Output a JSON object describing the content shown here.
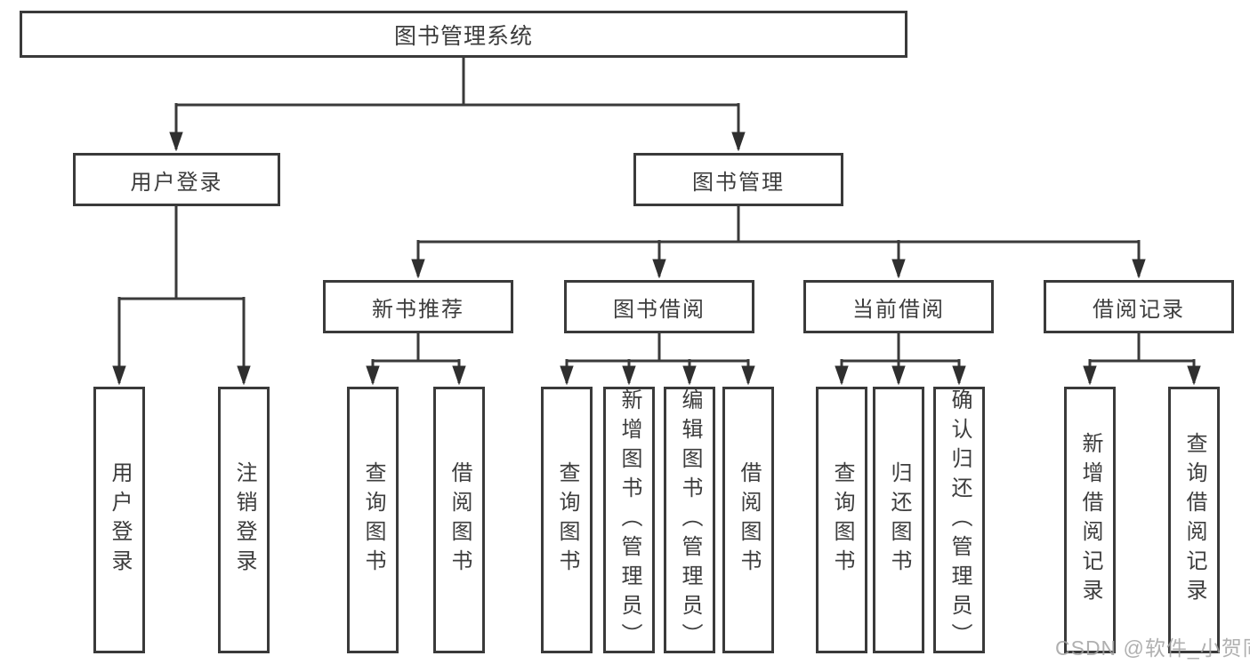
{
  "root": {
    "label": "图书管理系统"
  },
  "branches": [
    {
      "label": "用户登录",
      "children": [
        {
          "label": "用户登录"
        },
        {
          "label": "注销登录"
        }
      ]
    },
    {
      "label": "图书管理",
      "groups": [
        {
          "label": "新书推荐",
          "children": [
            {
              "label": "查询图书"
            },
            {
              "label": "借阅图书"
            }
          ]
        },
        {
          "label": "图书借阅",
          "children": [
            {
              "label": "查询图书"
            },
            {
              "label": "新增图书（管理员）"
            },
            {
              "label": "编辑图书（管理员）"
            },
            {
              "label": "借阅图书"
            }
          ]
        },
        {
          "label": "当前借阅",
          "children": [
            {
              "label": "查询图书"
            },
            {
              "label": "归还图书"
            },
            {
              "label": "确认归还（管理员）"
            }
          ]
        },
        {
          "label": "借阅记录",
          "children": [
            {
              "label": "新增借阅记录"
            },
            {
              "label": "查询借阅记录"
            }
          ]
        }
      ]
    }
  ],
  "watermark": "CSDN @软件_小贺同学",
  "colors": {
    "line": "#3a3a3a",
    "text": "#3d3d3d",
    "background": "#ffffff",
    "watermark": "#a3a3a3"
  }
}
